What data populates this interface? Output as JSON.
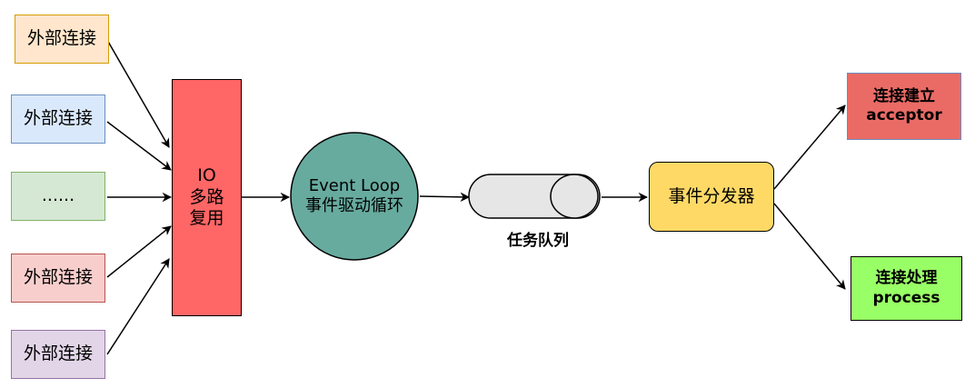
{
  "sources": [
    {
      "label": "外部连接",
      "fill": "#ffe6cc",
      "stroke": "#d79b00"
    },
    {
      "label": "外部连接",
      "fill": "#dae8fc",
      "stroke": "#6c8ebf"
    },
    {
      "label": "......",
      "fill": "#d5e8d4",
      "stroke": "#82b366"
    },
    {
      "label": "外部连接",
      "fill": "#f8cecc",
      "stroke": "#b85450"
    },
    {
      "label": "外部连接",
      "fill": "#e1d5e7",
      "stroke": "#9673a6"
    }
  ],
  "io": {
    "line1": "IO",
    "line2": "多路",
    "line3": "复用",
    "fill": "#ff6666",
    "stroke": "#000000"
  },
  "event_loop": {
    "line1": "Event Loop",
    "line2": "事件驱动循环",
    "fill": "#67ab9f",
    "stroke": "#000000"
  },
  "queue": {
    "label": "任务队列",
    "fill": "#e6e6e6"
  },
  "dispatcher": {
    "label": "事件分发器",
    "fill": "#ffd966",
    "stroke": "#000000"
  },
  "acceptor": {
    "line1": "连接建立",
    "line2": "acceptor",
    "fill": "#ea6b66",
    "stroke": "#6c8ebf"
  },
  "process": {
    "line1": "连接处理",
    "line2": "process",
    "fill": "#99ff66",
    "stroke": "#000000"
  }
}
